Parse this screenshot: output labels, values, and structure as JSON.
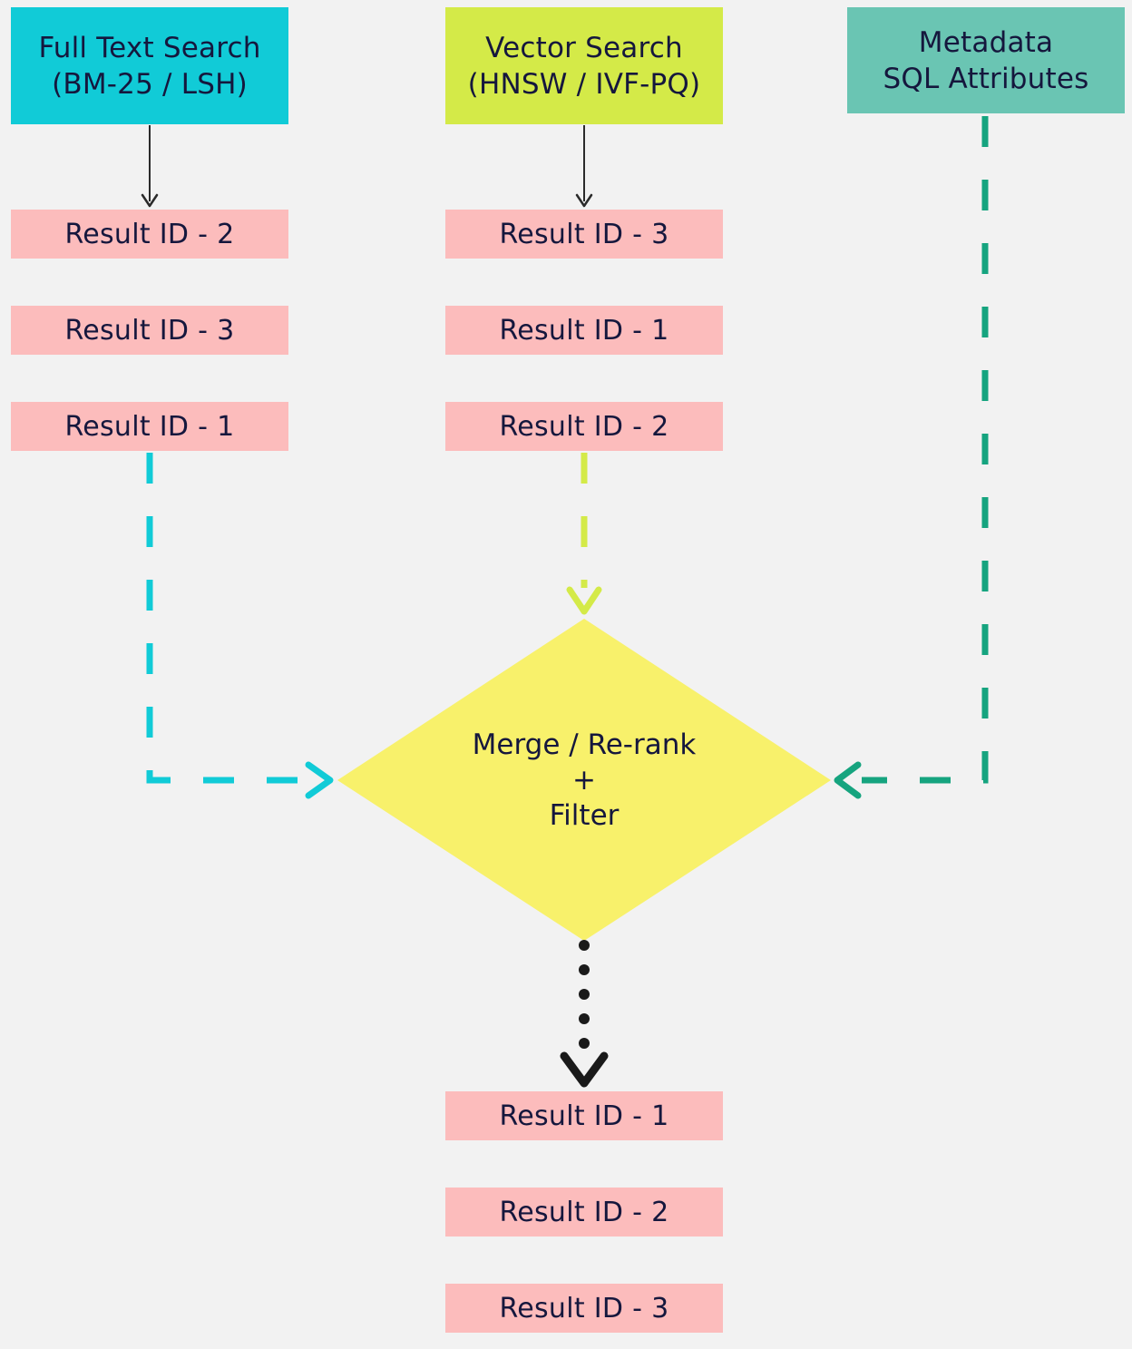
{
  "diagram": {
    "colors": {
      "background": "#f2f2f2",
      "full_text": "#11cbd7",
      "vector": "#d4ea48",
      "metadata": "#6ac5b3",
      "result": "#fcbcbc",
      "merge": "#f8f16b",
      "text": "#15173d",
      "metadata_line": "#16a47f"
    },
    "sources": {
      "full_text": {
        "line1": "Full Text Search",
        "line2": "(BM-25 / LSH)",
        "results": [
          "Result ID - 2",
          "Result ID - 3",
          "Result ID - 1"
        ]
      },
      "vector": {
        "line1": "Vector Search",
        "line2": "(HNSW / IVF-PQ)",
        "results": [
          "Result ID - 3",
          "Result ID - 1",
          "Result ID - 2"
        ]
      },
      "metadata": {
        "line1": "Metadata",
        "line2": "SQL Attributes"
      }
    },
    "merge": {
      "line1": "Merge / Re-rank",
      "line2": "+",
      "line3": "Filter"
    },
    "final_results": [
      "Result ID - 1",
      "Result ID - 2",
      "Result ID - 3"
    ]
  }
}
